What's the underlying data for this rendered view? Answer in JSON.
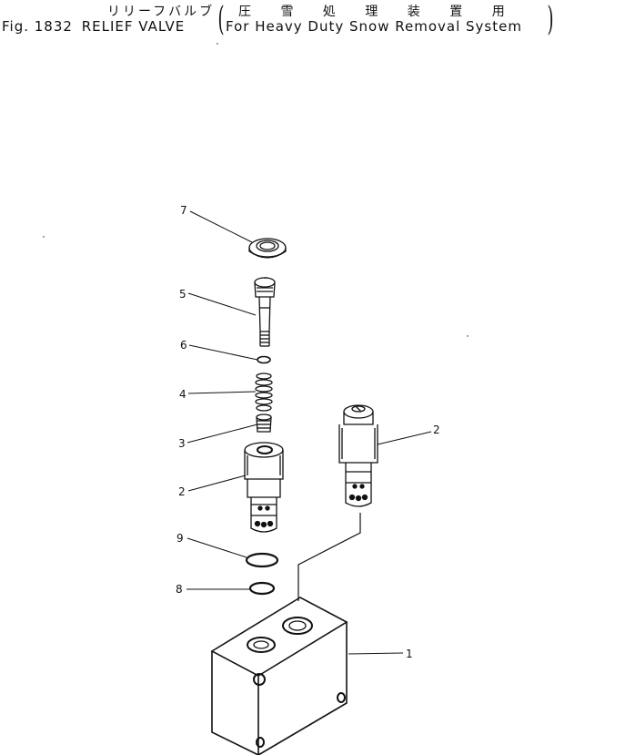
{
  "title": {
    "japanese": "リリーフバルブ",
    "japanese_application": "圧 雪 処 理 装 置 用",
    "figure_number": "Fig. 1832",
    "name": "RELIEF VALVE",
    "application": "For Heavy Duty Snow Removal System"
  },
  "callouts": {
    "c7": "7",
    "c5": "5",
    "c6": "6",
    "c4": "4",
    "c3": "3",
    "c2_left": "2",
    "c2_right": "2",
    "c9": "9",
    "c8": "8",
    "c1": "1"
  },
  "colors": {
    "line": "#111111",
    "background": "#ffffff"
  }
}
